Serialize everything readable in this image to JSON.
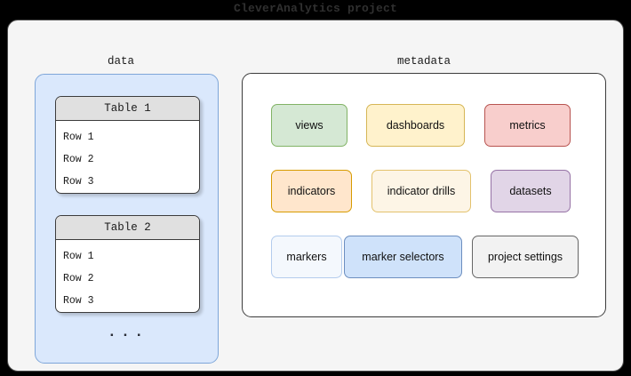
{
  "title": "CleverAnalytics project",
  "sections": {
    "data": {
      "label": "data",
      "ellipsis": "...",
      "tables": [
        {
          "name": "Table 1",
          "rows": [
            "Row 1",
            "Row 2",
            "Row 3"
          ]
        },
        {
          "name": "Table 2",
          "rows": [
            "Row 1",
            "Row 2",
            "Row 3"
          ]
        }
      ],
      "colors": {
        "panel_fill": "#dae8fc",
        "panel_border": "#7ea6d9",
        "table_header_fill": "#e0e0e0",
        "table_body_fill": "#ffffff",
        "table_border": "#3c3c3c"
      }
    },
    "metadata": {
      "label": "metadata",
      "colors": {
        "panel_fill": "#ffffff",
        "panel_border": "#3c3c3c"
      },
      "tiles": [
        {
          "label": "views",
          "fill": "#d5e8d4",
          "border": "#82b366"
        },
        {
          "label": "dashboards",
          "fill": "#fff2cc",
          "border": "#d6b656"
        },
        {
          "label": "metrics",
          "fill": "#f8cecc",
          "border": "#b85450"
        },
        {
          "label": "indicators",
          "fill": "#ffe6cc",
          "border": "#d79b00"
        },
        {
          "label": "indicator drills",
          "fill": "#fdf5e6",
          "border": "#e3c26d"
        },
        {
          "label": "datasets",
          "fill": "#e1d5e7",
          "border": "#9673a6"
        },
        {
          "label": "markers",
          "fill": "#f4f8fd",
          "border": "#b4cced"
        },
        {
          "label": "marker selectors",
          "fill": "#cfe2fa",
          "border": "#6c8ebf"
        },
        {
          "label": "project settings",
          "fill": "#f2f2f2",
          "border": "#666666"
        }
      ]
    }
  },
  "canvas": {
    "background": "#000000",
    "container_fill": "#f5f5f5",
    "container_border": "#4d4d4d",
    "title_color": "#303030"
  }
}
